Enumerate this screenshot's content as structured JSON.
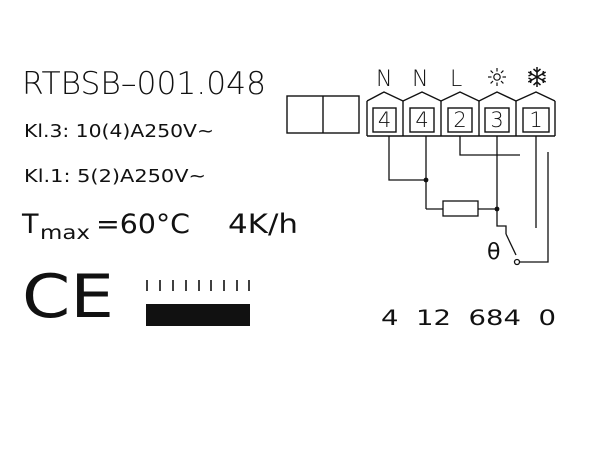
{
  "label": {
    "model": "RTBSB–001.048",
    "rating_kl3": "Kl.3: 10(4)A250V~",
    "rating_kl1": "Kl.1:  5(2)A250V~",
    "tmax_prefix": "T",
    "tmax_sub": "max",
    "tmax_value": "=60°C",
    "rate": "4K/h",
    "ce_mark": "CE",
    "code": "4  12  684  0"
  },
  "terminals": {
    "header_labels": [
      "N",
      "N",
      "L"
    ],
    "sun_icon": "sun-icon",
    "snow_icon": "snowflake-icon",
    "numbers": [
      "4",
      "4",
      "2",
      "3",
      "1"
    ]
  },
  "schematic": {
    "theta": "θ"
  },
  "colors": {
    "ink": "#111111",
    "background": "#ffffff"
  }
}
